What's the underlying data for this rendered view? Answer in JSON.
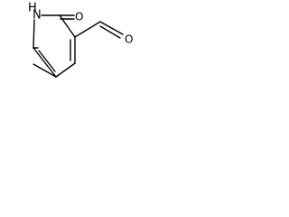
{
  "structure": {
    "atoms": {
      "nh_h": "H",
      "nh_n": "N",
      "carbonyl_o": "O",
      "aldehyde_o": "O"
    }
  }
}
